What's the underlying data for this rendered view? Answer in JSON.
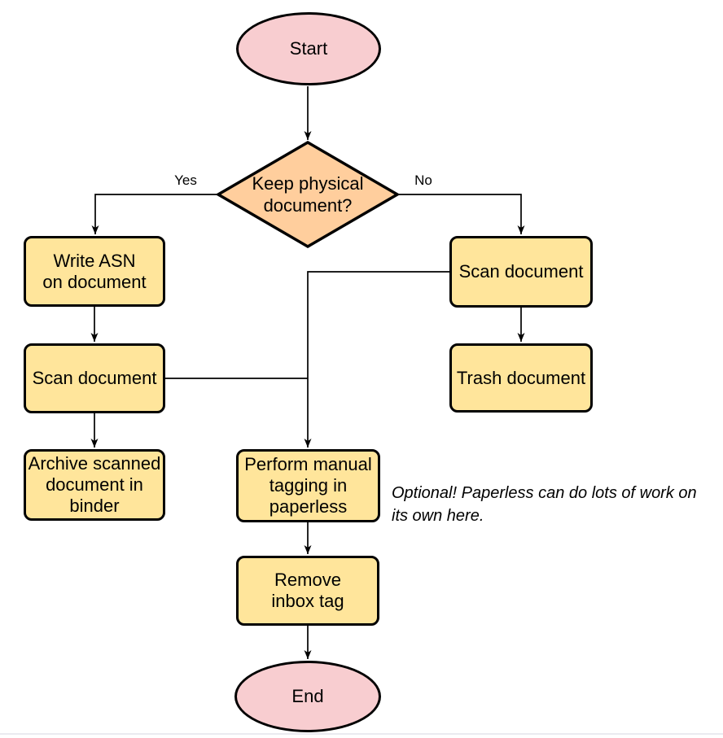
{
  "flowchart": {
    "nodes": {
      "start": {
        "label": "Start",
        "shape": "terminator"
      },
      "keep_physical": {
        "label": "Keep physical\ndocument?",
        "shape": "decision"
      },
      "write_asn": {
        "label": "Write ASN\non document",
        "shape": "process"
      },
      "scan_document_left": {
        "label": "Scan document",
        "shape": "process"
      },
      "archive_binder": {
        "label": "Archive scanned\ndocument in\nbinder",
        "shape": "process"
      },
      "scan_document_right": {
        "label": "Scan document",
        "shape": "process"
      },
      "trash_document": {
        "label": "Trash document",
        "shape": "process"
      },
      "manual_tagging": {
        "label": "Perform manual\ntagging in\npaperless",
        "shape": "process"
      },
      "remove_inbox_tag": {
        "label": "Remove\ninbox tag",
        "shape": "process"
      },
      "end": {
        "label": "End",
        "shape": "terminator"
      }
    },
    "branch_labels": {
      "yes": "Yes",
      "no": "No"
    },
    "annotation": {
      "text": "Optional! Paperless can do lots of work on\nits own here."
    },
    "colors": {
      "terminator_fill": "#F8CDD0",
      "decision_fill": "#FFCE9D",
      "process_fill": "#FFE59B",
      "stroke": "#000000",
      "background": "#FFFFFF"
    }
  }
}
